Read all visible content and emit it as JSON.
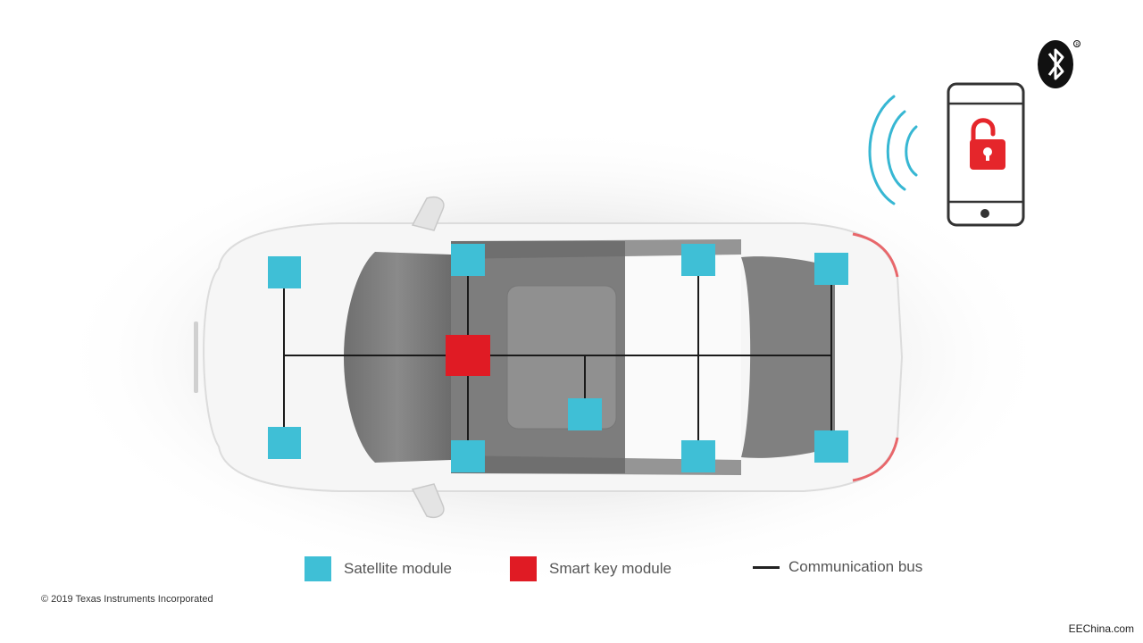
{
  "colors": {
    "satellite": "#3fbfd6",
    "smart_key": "#e01b24",
    "bus": "#1a1a1a",
    "signal": "#37b7d3",
    "lock": "#e5262b"
  },
  "legend": {
    "satellite_label": "Satellite module",
    "smart_key_label": "Smart key module",
    "bus_label": "Communication bus"
  },
  "copyright": "© 2019 Texas Instruments Incorporated",
  "watermark": "EEChina.com",
  "icons": {
    "bluetooth": "bluetooth-icon",
    "phone": "smartphone-icon",
    "lock": "unlocked-padlock-icon",
    "signal": "wireless-signal-icon"
  }
}
